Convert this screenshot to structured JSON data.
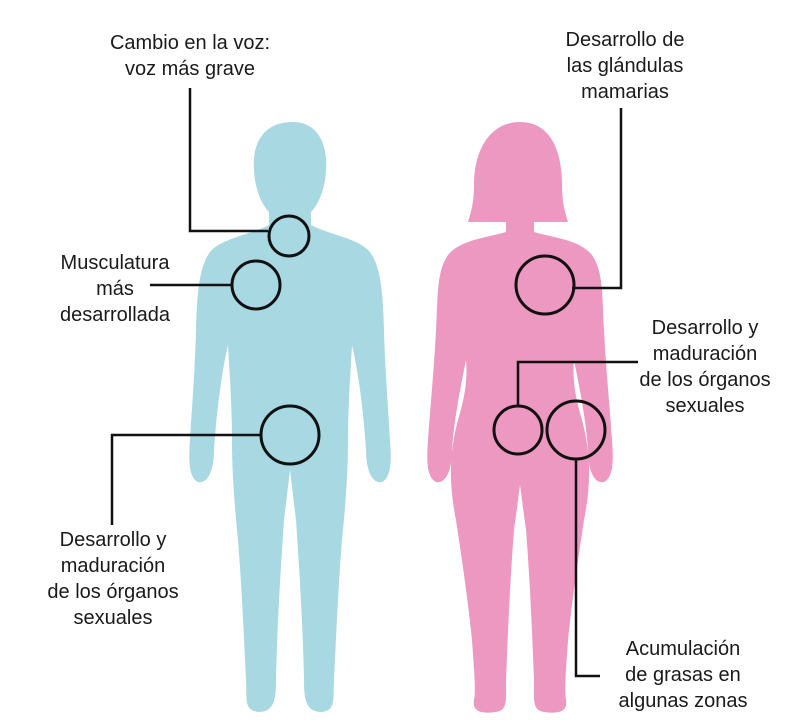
{
  "colors": {
    "male_body": "#a8d8e2",
    "female_body": "#ec98c0",
    "callout_line": "#111111",
    "text": "#1a1a1a"
  },
  "male": {
    "voice_label": "Cambio en la voz:\nvoz más grave",
    "muscle_label": "Musculatura\nmás\ndesarrollada",
    "organs_label": "Desarrollo y\nmaduración\nde los órganos\nsexuales"
  },
  "female": {
    "breast_label": "Desarrollo de\nlas glándulas\nmamarias",
    "organs_label": "Desarrollo y\nmaduración\nde los órganos\nsexuales",
    "fat_label": "Acumulación\nde grasas en\nalgunas zonas"
  }
}
